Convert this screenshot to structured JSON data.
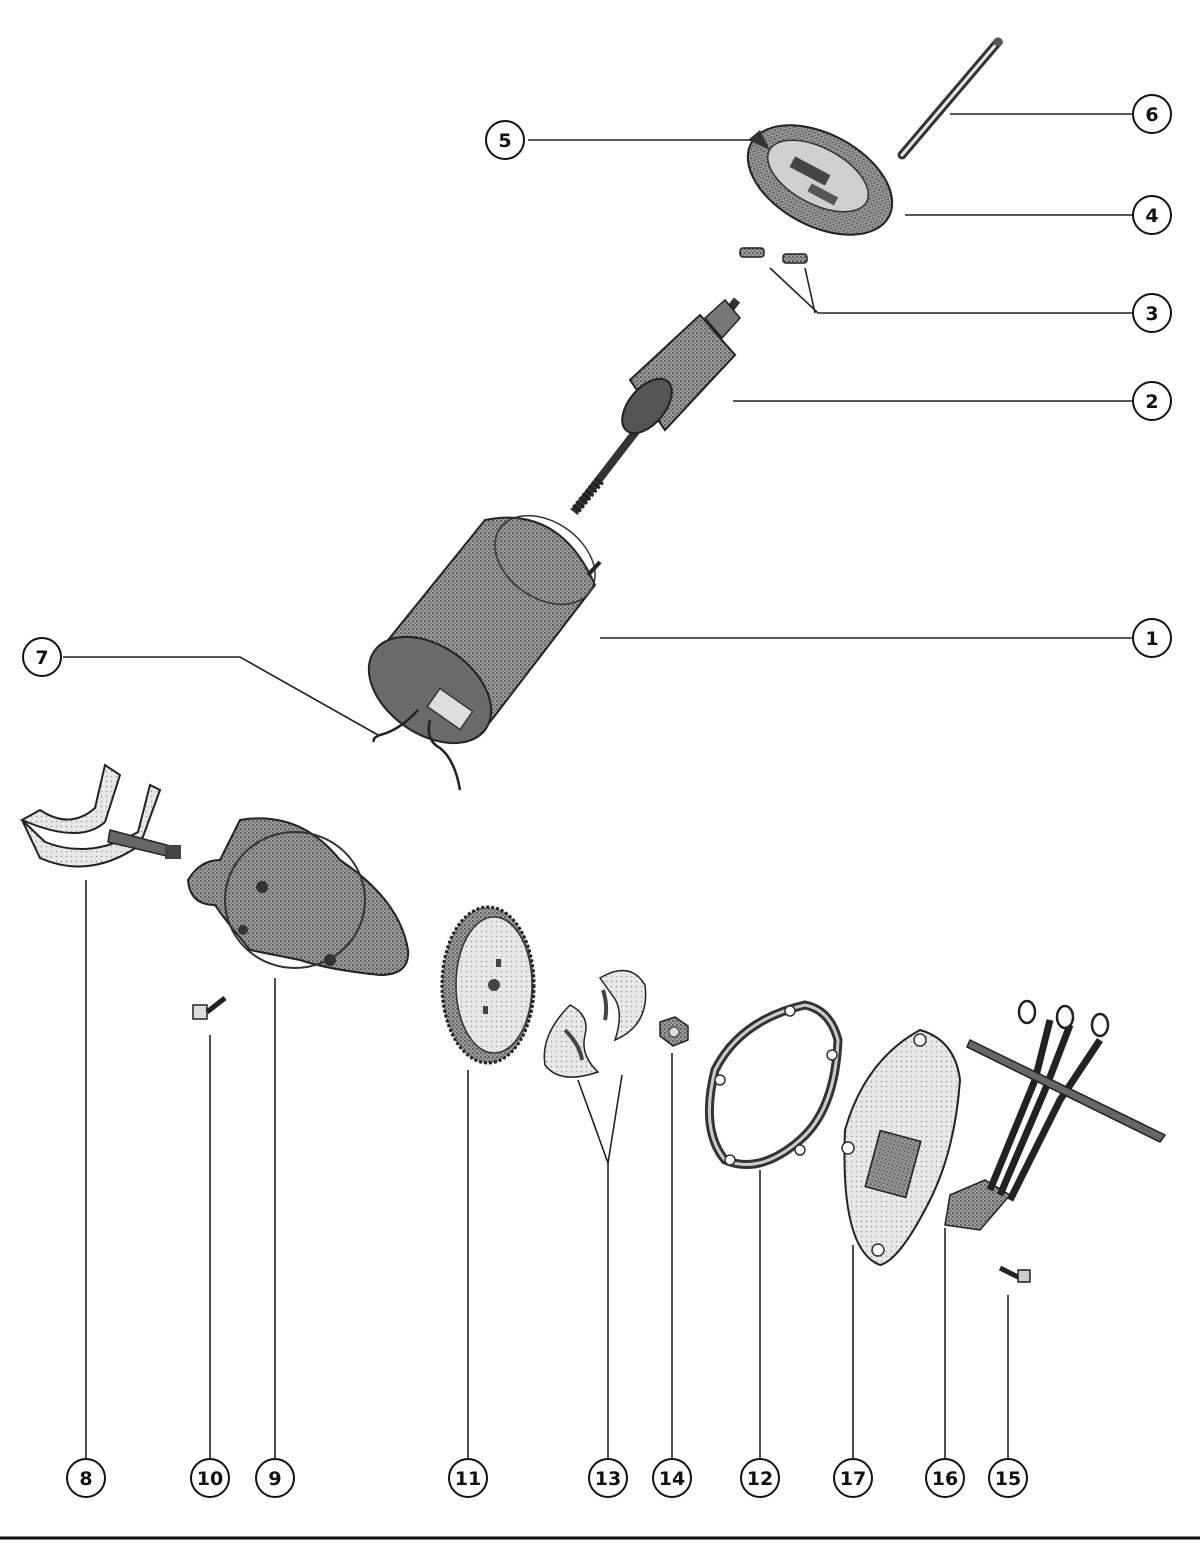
{
  "diagram": {
    "callouts": [
      {
        "id": "c1",
        "label": "1"
      },
      {
        "id": "c2",
        "label": "2"
      },
      {
        "id": "c3",
        "label": "3"
      },
      {
        "id": "c4",
        "label": "4"
      },
      {
        "id": "c5",
        "label": "5"
      },
      {
        "id": "c6",
        "label": "6"
      },
      {
        "id": "c7",
        "label": "7"
      },
      {
        "id": "c8",
        "label": "8"
      },
      {
        "id": "c10",
        "label": "10"
      },
      {
        "id": "c9",
        "label": "9"
      },
      {
        "id": "c11",
        "label": "11"
      },
      {
        "id": "c13",
        "label": "13"
      },
      {
        "id": "c14",
        "label": "14"
      },
      {
        "id": "c12",
        "label": "12"
      },
      {
        "id": "c17",
        "label": "17"
      },
      {
        "id": "c16",
        "label": "16"
      },
      {
        "id": "c15",
        "label": "15"
      }
    ]
  }
}
